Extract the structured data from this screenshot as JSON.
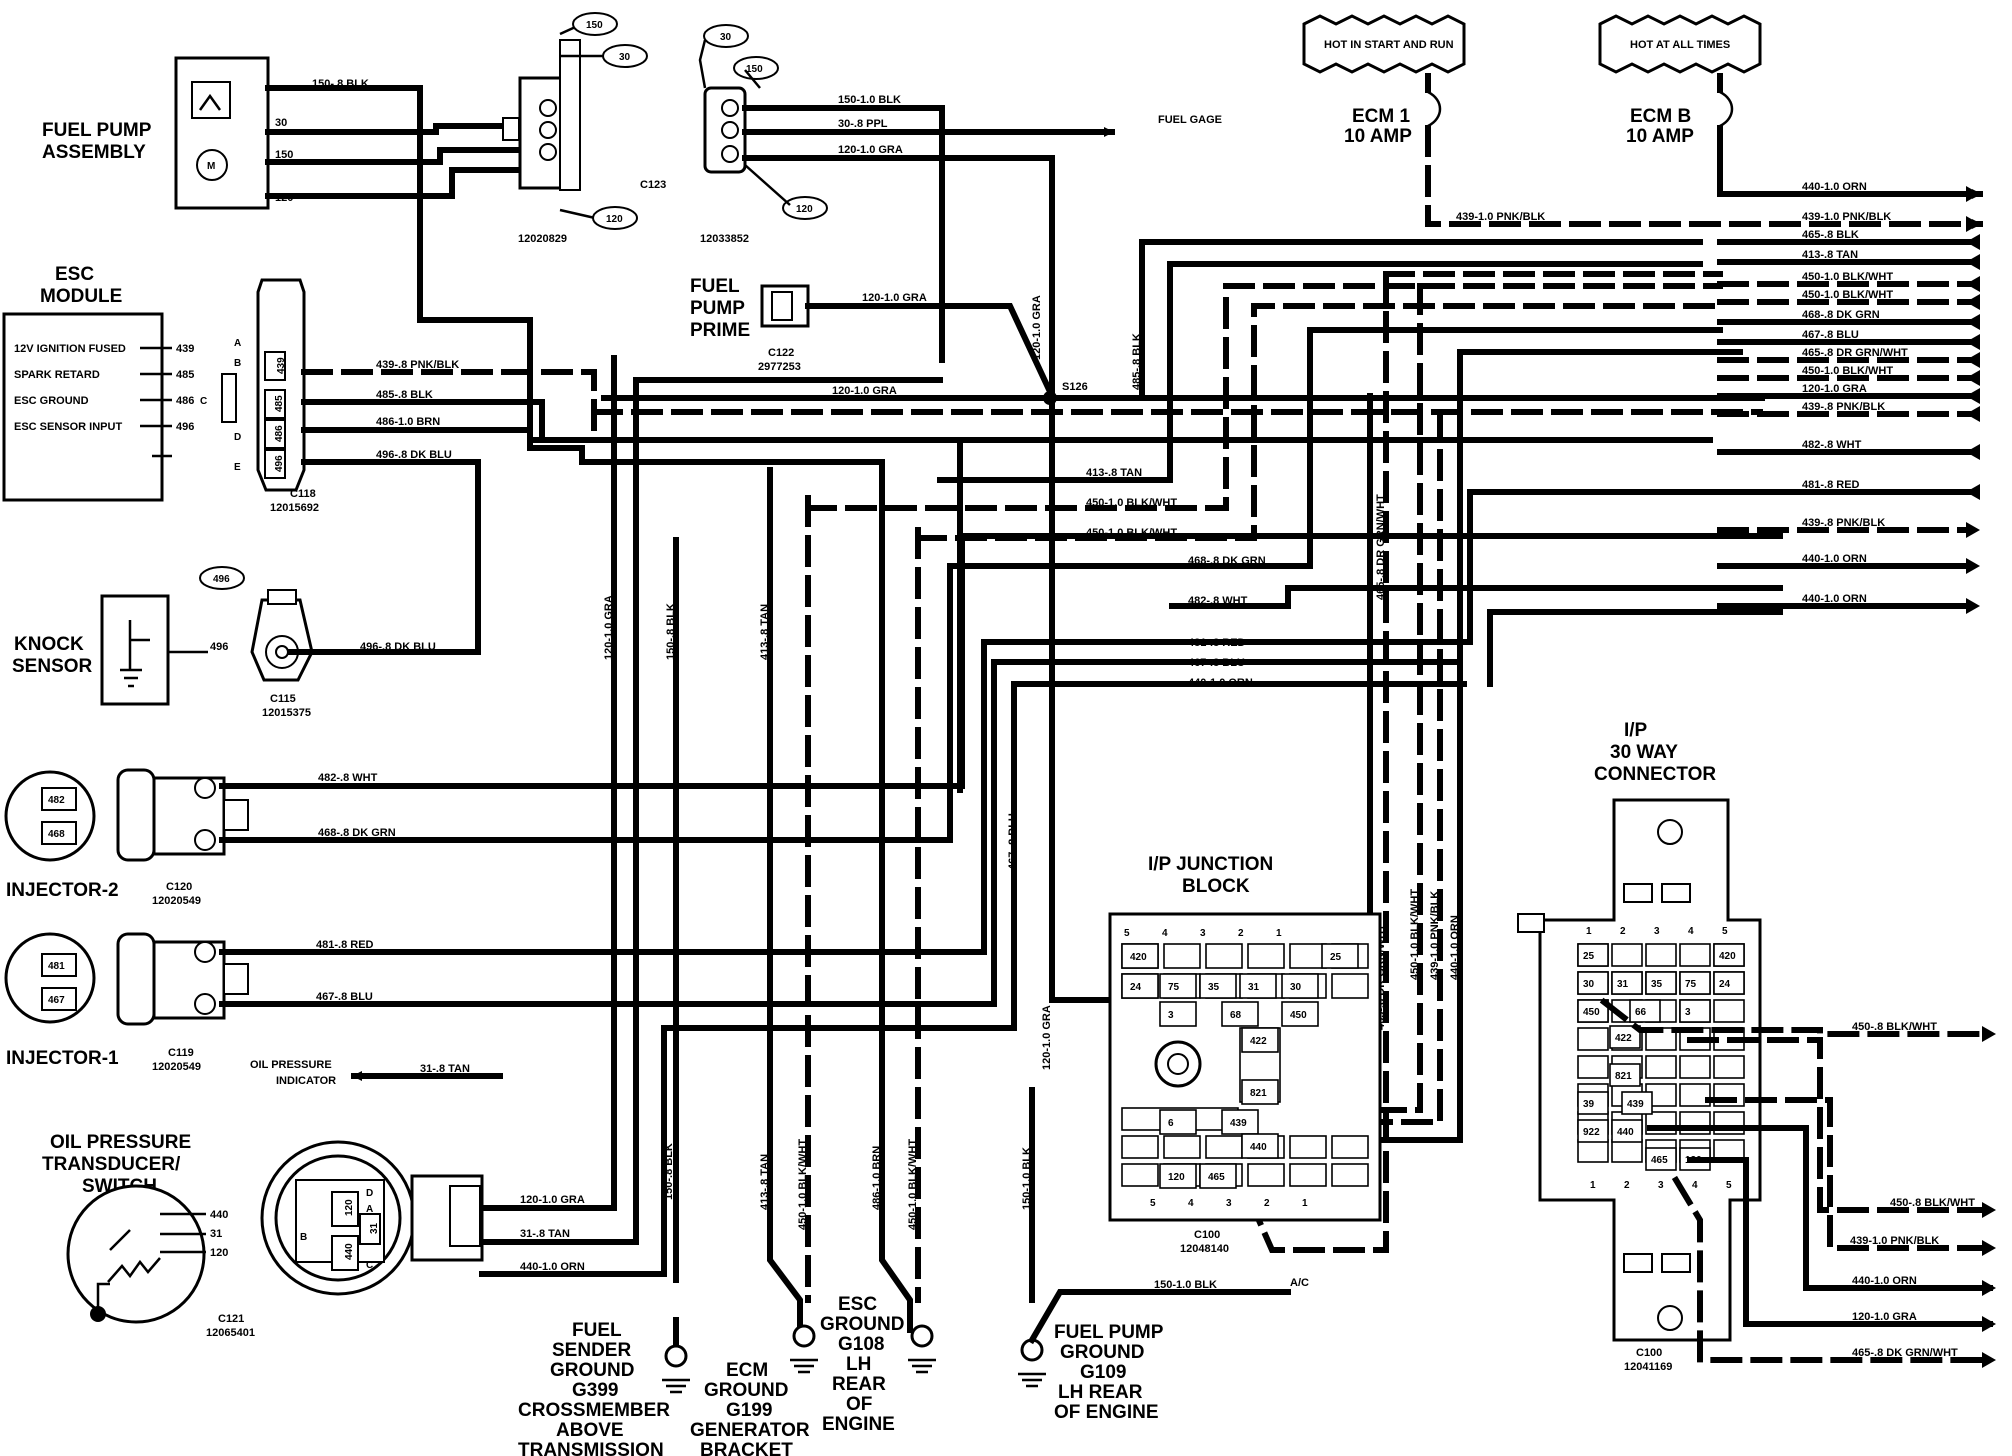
{
  "components": {
    "fuel_pump_assembly": "FUEL PUMP ASSEMBLY",
    "esc_module": "ESC MODULE",
    "knock_sensor": "KNOCK SENSOR",
    "injector_2": "INJECTOR-2",
    "injector_1": "INJECTOR-1",
    "oil_pressure": "OIL PRESSURE TRANSDUCER/ SWITCH",
    "fuel_pump_prime": "FUEL PUMP PRIME",
    "ip_junction_block": "I/P JUNCTION BLOCK",
    "ip_30way": "I/P 30 WAY CONNECTOR",
    "ecm1_fuse": "ECM 1 10 AMP",
    "ecmb_fuse": "ECM B 10 AMP",
    "hot_start_run": "HOT IN START AND RUN",
    "hot_all_times": "HOT AT ALL TIMES"
  },
  "esc_pins": [
    {
      "label": "12V IGNITION FUSED",
      "num": "439"
    },
    {
      "label": "SPARK RETARD",
      "num": "485"
    },
    {
      "label": "ESC GROUND",
      "num": "486"
    },
    {
      "label": "ESC SENSOR INPUT",
      "num": "496"
    }
  ],
  "connectors": {
    "c123": "C123",
    "c123_part": "12020829",
    "c123_mate": "12033852",
    "c122": "C122",
    "c122_part": "2977253",
    "c118": "C118",
    "c118_part": "12015692",
    "c115": "C115",
    "c115_part": "12015375",
    "c120": "C120",
    "c120_part": "12020549",
    "c119": "C119",
    "c119_part": "12020549",
    "c121": "C121",
    "c121_part": "12065401",
    "c100a": "C100",
    "c100a_part": "12048140",
    "c100b": "C100",
    "c100b_part": "12041169",
    "s126": "S126"
  },
  "pump_pins": [
    "150",
    "30",
    "150",
    "120"
  ],
  "c123_tags": [
    "150",
    "30",
    "120"
  ],
  "c123_mate_tags": [
    "30",
    "150",
    "120"
  ],
  "esc_conn_letters": [
    "A",
    "B",
    "C",
    "D",
    "E"
  ],
  "esc_conn_pins": [
    "439",
    "485",
    "486",
    "496"
  ],
  "knock_num": "496",
  "knock_tag": "496",
  "injector2_pins": [
    "482",
    "468"
  ],
  "injector1_pins": [
    "481",
    "467"
  ],
  "oil_pins": [
    "440",
    "31",
    "120"
  ],
  "c121_pins": [
    "120",
    "31",
    "440"
  ],
  "c121_letters": [
    "D",
    "A",
    "C",
    "B"
  ],
  "grounds": {
    "g399": "FUEL SENDER GROUND G399 CROSSMEMBER ABOVE TRANSMISSION",
    "g199": "ECM GROUND G199 GENERATOR BRACKET",
    "g108": "ESC GROUND G108 LH REAR OF ENGINE",
    "g109": "FUEL PUMP GROUND G109 LH REAR OF ENGINE"
  },
  "misc": {
    "fuel_gage": "FUEL GAGE",
    "oil_indicator": "OIL PRESSURE INDICATOR",
    "ac": "A/C"
  },
  "wire_labels": {
    "pump_150_blk": "150-.8 BLK",
    "pump_30": "30",
    "pump_150": "150",
    "pump_120": "120",
    "w150_10_blk": "150-1.0 BLK",
    "w30_8_ppl": "30-.8 PPL",
    "w120_10_gra": "120-1.0 GRA",
    "w120_10_gra_b": "120-1.0 GRA",
    "w120_10_gra_c": "120-1.0 GRA",
    "w439_pnk": "439-.8 PNK/BLK",
    "w485_blk": "485-.8 BLK",
    "w486_brn": "486-1.0 BRN",
    "w496_blu": "496-.8 DK BLU",
    "w496_blu_b": "496-.8 DK BLU",
    "w413_tan": "413-.8 TAN",
    "w450_a": "450-1.0 BLK/WHT",
    "w450_b": "450-1.0 BLK/WHT",
    "w468_grn": "468-.8 DK GRN",
    "w482_wht": "482-.8 WHT",
    "w481_red": "481-.8 RED",
    "w467_blu": "467-.8 BLU",
    "w440_orn": "440-1.0 ORN",
    "inj_482": "482-.8 WHT",
    "inj_468": "468-.8 DK GRN",
    "inj_481": "481-.8 RED",
    "inj_467": "467-.8 BLU",
    "oil_31": "31-.8 TAN",
    "oil_120": "120-1.0 GRA",
    "oil_31b": "31-.8 TAN",
    "oil_440": "440-1.0 ORN",
    "v_120_gra": "120-1.0 GRA",
    "v_150_blk": "150-.8 BLK",
    "v_413_tan": "413-.8 TAN",
    "v_120_gra_top": "120-1.0 GRA",
    "v_485_blk": "485-.8 BLK",
    "v_465": "465-.8 DR GRN/WHT",
    "v_467_blu": "467-.8 BLU",
    "v_120_gra_low": "120-1.0 GRA",
    "v_150_blk_low": "150-.8 BLK",
    "v_413_tan_low": "413-.8 TAN",
    "v_450_low": "450-1.0 BLK/WHT",
    "v_486_brn_low": "486-1.0 BRN",
    "v_450_low2": "450-1.0 BLK/WHT",
    "v_150_10_blk_low": "150-1.0 BLK",
    "v_465_jb": "465-.8 DK GRN/WHT",
    "v_450_jb": "450-1.0 BLK/WHT",
    "v_439_jb": "439-1.0 PNK/BLK",
    "v_440_jb": "440-1.0 ORN",
    "gnd_150_10_blk": "150-1.0 BLK"
  },
  "right_labels": [
    "440-1.0 ORN",
    "439-1.0 PNK/BLK",
    "465-.8 BLK",
    "413-.8 TAN",
    "450-1.0 BLK/WHT",
    "450-1.0 BLK/WHT",
    "468-.8 DK GRN",
    "467-.8 BLU",
    "465-.8 DR GRN/WHT",
    "450-1.0 BLK/WHT",
    "120-1.0 GRA",
    "439-.8 PNK/BLK",
    "482-.8 WHT",
    "481-.8 RED",
    "439-.8 PNK/BLK",
    "440-1.0 ORN",
    "440-1.0 ORN"
  ],
  "right_lower_labels": [
    "450-.8 BLK/WHT",
    "450-.8 BLK/WHT",
    "439-1.0 PNK/BLK",
    "440-1.0 ORN",
    "120-1.0 GRA",
    "465-.8 DK GRN/WHT"
  ],
  "fuse_439": "439-1.0 PNK/BLK",
  "jb_top_nums": [
    "5",
    "4",
    "3",
    "2",
    "1"
  ],
  "jb_bottom_nums": [
    "5",
    "4",
    "3",
    "2",
    "1"
  ],
  "jb_cells": [
    "420",
    "25",
    "24",
    "75",
    "35",
    "31",
    "30",
    "3",
    "68",
    "450",
    "422",
    "821",
    "6",
    "439",
    "440",
    "120",
    "465"
  ],
  "w30_top_nums": [
    "1",
    "2",
    "3",
    "4",
    "5"
  ],
  "w30_bottom_nums": [
    "1",
    "2",
    "3",
    "4",
    "5"
  ],
  "w30_cells": [
    "25",
    "420",
    "30",
    "31",
    "35",
    "75",
    "24",
    "450",
    "66",
    "3",
    "422",
    "821",
    "39",
    "439",
    "922",
    "440",
    "465",
    "120"
  ]
}
